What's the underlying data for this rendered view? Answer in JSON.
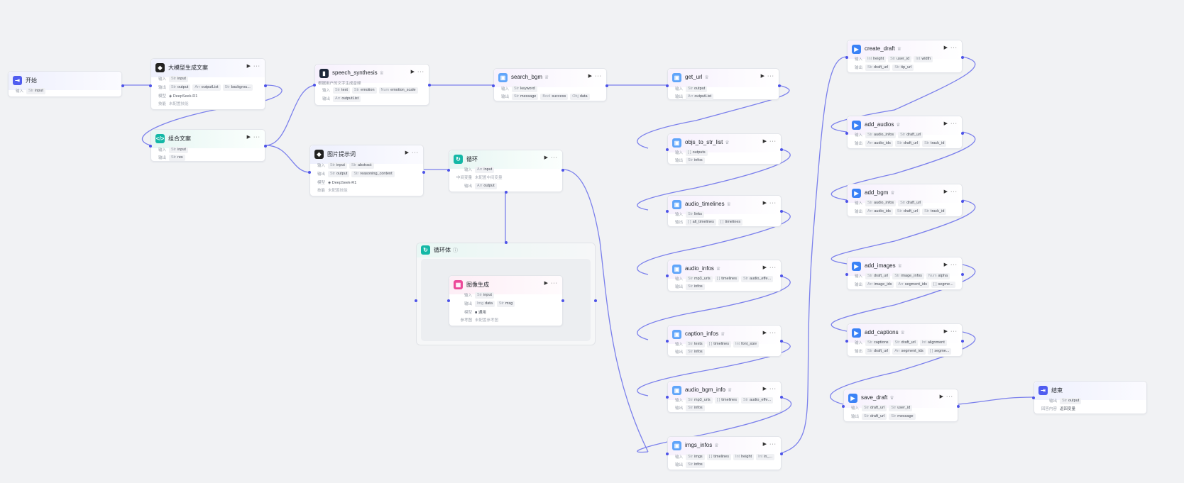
{
  "nodes": {
    "start": {
      "title": "开始",
      "in_label": "输入",
      "input": "input"
    },
    "llm": {
      "title": "大模型生成文案",
      "in_label": "输入",
      "input": "input",
      "out_label": "输出",
      "outputs": [
        "output",
        "outputList",
        "backgrou..."
      ],
      "model_label": "模型",
      "model": "DeepSeek-R1",
      "skill_label": "技能",
      "skill": "未配置技能"
    },
    "combine": {
      "title": "组合文案",
      "in_label": "输入",
      "input": "input",
      "out_label": "输出",
      "output": "res"
    },
    "speech": {
      "title": "speech_synthesis",
      "desc": "根据用户的文字生成音频",
      "in_label": "输入",
      "inputs": [
        "text",
        "emotion",
        "emotion_scale"
      ],
      "out_label": "输出",
      "output": "outputList"
    },
    "imgprompt": {
      "title": "图片提示词",
      "in_label": "输入",
      "inputs": [
        "input",
        "abstract"
      ],
      "out_label": "输出",
      "outputs": [
        "output",
        "reasoning_content"
      ],
      "model_label": "模型",
      "model": "DeepSeek-R1",
      "skill_label": "技能",
      "skill": "未配置技能"
    },
    "search_bgm": {
      "title": "search_bgm",
      "in_label": "输入",
      "input": "keyword",
      "out_label": "输出",
      "outputs": [
        "message",
        "success",
        "data"
      ]
    },
    "loop": {
      "title": "循环",
      "in_label": "输入",
      "input": "input",
      "mid_label": "中间变量",
      "mid": "未配置中间变量",
      "out_label": "输出",
      "output": "output"
    },
    "loopbody": {
      "title": "循环体"
    },
    "imagegen": {
      "title": "图像生成",
      "in_label": "输入",
      "input": "input",
      "out_label": "输出",
      "outputs": [
        "data",
        "msg"
      ],
      "model_label": "模型",
      "model": "通用",
      "ref_label": "参考图",
      "ref": "未配置参考图"
    },
    "get_url": {
      "title": "get_url",
      "in_label": "输入",
      "input": "output",
      "out_label": "输出",
      "output": "outputList"
    },
    "objs": {
      "title": "objs_to_str_list",
      "in_label": "输入",
      "input": "outputs",
      "out_label": "输出",
      "output": "infos"
    },
    "audio_timelines": {
      "title": "audio_timelines",
      "in_label": "输入",
      "input": "links",
      "out_label": "输出",
      "outputs": [
        "all_timelines",
        "timelines"
      ]
    },
    "audio_infos": {
      "title": "audio_infos",
      "in_label": "输入",
      "inputs": [
        "mp3_urls",
        "timelines",
        "audio_effe..."
      ],
      "out_label": "输出",
      "output": "infos"
    },
    "caption_infos": {
      "title": "caption_infos",
      "in_label": "输入",
      "inputs": [
        "texts",
        "timelines",
        "font_size"
      ],
      "out_label": "输出",
      "output": "infos"
    },
    "audio_bgm_info": {
      "title": "audio_bgm_info",
      "in_label": "输入",
      "inputs": [
        "mp3_urls",
        "timelines",
        "audio_effe..."
      ],
      "out_label": "输出",
      "output": "infos"
    },
    "imgs_infos": {
      "title": "imgs_infos",
      "in_label": "输入",
      "inputs": [
        "imgs",
        "timelines",
        "height",
        "in_..."
      ],
      "out_label": "输出",
      "output": "infos"
    },
    "create_draft": {
      "title": "create_draft",
      "in_label": "输入",
      "inputs": [
        "height",
        "user_id",
        "width"
      ],
      "out_label": "输出",
      "outputs": [
        "draft_url",
        "tip_url"
      ]
    },
    "add_audios": {
      "title": "add_audios",
      "in_label": "输入",
      "inputs": [
        "audio_infos",
        "draft_url"
      ],
      "out_label": "输出",
      "outputs": [
        "audio_ids",
        "draft_url",
        "track_id"
      ]
    },
    "add_bgm": {
      "title": "add_bgm",
      "in_label": "输入",
      "inputs": [
        "audio_infos",
        "draft_url"
      ],
      "out_label": "输出",
      "outputs": [
        "audio_ids",
        "draft_url",
        "track_id"
      ]
    },
    "add_images": {
      "title": "add_images",
      "in_label": "输入",
      "inputs": [
        "draft_url",
        "image_infos",
        "alpha"
      ],
      "out_label": "输出",
      "outputs": [
        "image_ids",
        "segment_ids",
        "segme..."
      ]
    },
    "add_captions": {
      "title": "add_captions",
      "in_label": "输入",
      "inputs": [
        "captions",
        "draft_url",
        "alignment"
      ],
      "out_label": "输出",
      "outputs": [
        "draft_url",
        "segment_ids",
        "segme..."
      ]
    },
    "save_draft": {
      "title": "save_draft",
      "in_label": "输入",
      "inputs": [
        "draft_url",
        "user_id"
      ],
      "out_label": "输出",
      "outputs": [
        "draft_url",
        "message"
      ]
    },
    "end": {
      "title": "结束",
      "out_label": "输出",
      "output": "output",
      "reply_label": "回答内容",
      "reply": "返回变量"
    }
  },
  "colors": {
    "edge": "#7b80ec",
    "port": "#4d53e8"
  }
}
